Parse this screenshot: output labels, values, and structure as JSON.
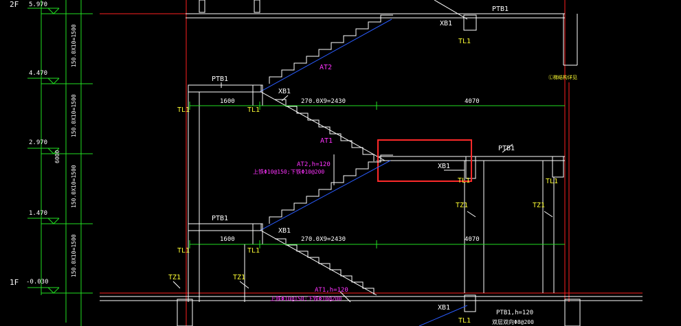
{
  "colors": {
    "background": "#000000",
    "structure": "#ffffff",
    "axis_red": "#ff2020",
    "dim_green": "#22e022",
    "stair_blue": "#2a5cff",
    "label_white": "#ffffff",
    "label_yellow": "#ffff33",
    "label_magenta": "#ff33ff",
    "highlight_box": "#ff2a2a"
  },
  "floors": {
    "f2": "2F",
    "f1": "1F"
  },
  "elevations": [
    "5.970",
    "4.470",
    "2.970",
    "1.470",
    "-0.030"
  ],
  "vertical_dims": {
    "dim1": "150.0X10=1500",
    "dim2": "150.0X10=1500",
    "dim3": "150.0X10=1500",
    "dim4": "150.0X10=1500",
    "total": "6000"
  },
  "labels": {
    "ptb1_top": "PTB1",
    "xb1_top": "XB1",
    "tl1_top": "TL1",
    "at2_top": "AT2",
    "note_right": "Ⓛ梯结构详见",
    "ptb1_mid": "PTB1",
    "xb1_mid": "XB1",
    "tl1_mid_left": "TL1",
    "tl1_mid_a": "TL1",
    "dim_1600_a": "1600",
    "dim_270_a": "270.0X9=2430",
    "dim_4070_a": "4070",
    "at1_mid": "AT1",
    "at2_spec": "AT2,h=120",
    "at2_rebar": "上铁Φ10@150;下铁Φ10@200",
    "ptb1_right": "PTB1",
    "xb1_box": "XB1",
    "tl1_box": "TL1",
    "tl1_right": "TL1",
    "tz1_a": "TZ1",
    "tz1_b": "TZ1",
    "ptb1_low": "PTB1",
    "xb1_low": "XB1",
    "tl1_low_left": "TL1",
    "tl1_low_a": "TL1",
    "dim_1600_b": "1600",
    "dim_270_b": "270.0X9=2430",
    "dim_4070_b": "4070",
    "tz1_c": "TZ1",
    "tz1_d": "TZ1",
    "at1_spec": "AT1,h=120",
    "at1_rebar": "上铁Φ10@150;下铁Φ10@200",
    "xb1_bottom": "XB1",
    "tl1_bottom": "TL1",
    "ptb1_bottom": "PTB1,h=120",
    "ptb1_bottom_rebar": "双层双向Φ8@200"
  }
}
